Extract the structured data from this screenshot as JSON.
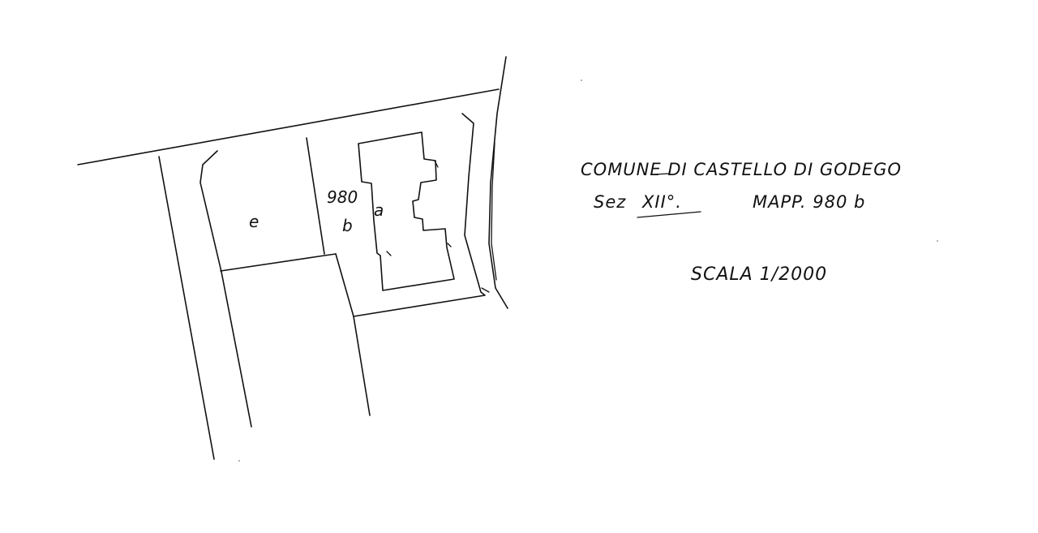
{
  "caption": {
    "line1": "COMUNE DI CASTELLO DI GODEGO",
    "line2_prefix": "Sez",
    "line2_section": "XII°.",
    "line2_mapp": "MAPP. 980 b",
    "scale": "SCALA 1/2000"
  },
  "parcel": {
    "number": "980",
    "sub": "b",
    "mark_a": "a",
    "mark_left": "e"
  },
  "colors": {
    "ink": "#111111",
    "paper": "#ffffff"
  }
}
